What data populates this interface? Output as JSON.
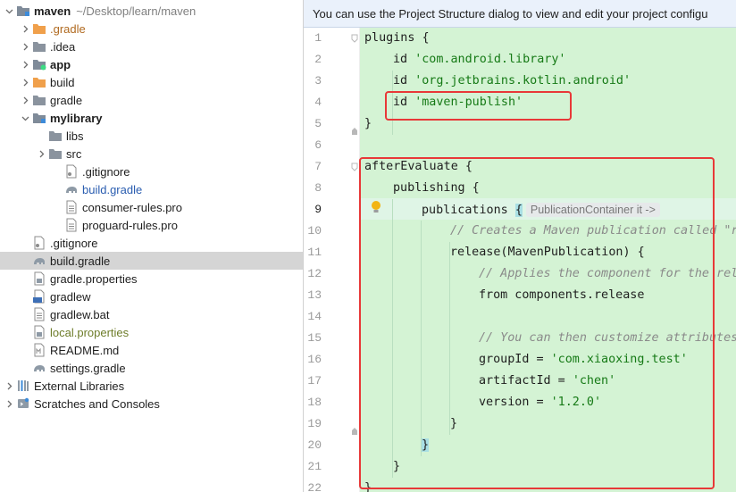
{
  "tree": {
    "root": {
      "name": "maven",
      "path": "~/Desktop/learn/maven"
    },
    "items": [
      {
        "label": ".gradle",
        "color": "orange"
      },
      {
        "label": ".idea"
      },
      {
        "label": "app"
      },
      {
        "label": "build",
        "color": "orange"
      },
      {
        "label": "gradle"
      },
      {
        "label": "mylibrary"
      },
      {
        "label": "libs"
      },
      {
        "label": "src"
      },
      {
        "label": ".gitignore"
      },
      {
        "label": "build.gradle",
        "color": "blue"
      },
      {
        "label": "consumer-rules.pro"
      },
      {
        "label": "proguard-rules.pro"
      },
      {
        "label": ".gitignore"
      },
      {
        "label": "build.gradle"
      },
      {
        "label": "gradle.properties"
      },
      {
        "label": "gradlew"
      },
      {
        "label": "gradlew.bat"
      },
      {
        "label": "local.properties",
        "color": "olive"
      },
      {
        "label": "README.md"
      },
      {
        "label": "settings.gradle"
      },
      {
        "label": "External Libraries"
      },
      {
        "label": "Scratches and Consoles"
      }
    ]
  },
  "editor": {
    "banner": "You can use the Project Structure dialog to view and edit your project configu",
    "current_line": 9,
    "line_numbers": [
      "1",
      "2",
      "3",
      "4",
      "5",
      "6",
      "7",
      "8",
      "9",
      "10",
      "11",
      "12",
      "13",
      "14",
      "15",
      "16",
      "17",
      "18",
      "19",
      "20",
      "21",
      "22"
    ],
    "code": {
      "l1": "plugins {",
      "l2_kw": "id ",
      "l2_str": "'com.android.library'",
      "l3_kw": "id ",
      "l3_str": "'org.jetbrains.kotlin.android'",
      "l4_kw": "id ",
      "l4_str": "'maven-publish'",
      "l5": "}",
      "l7": "afterEvaluate {",
      "l8": "publishing {",
      "l9": "publications ",
      "l9_brace": "{",
      "l9_hint": "PublicationContainer it ->",
      "l10": "// Creates a Maven publication called \"r",
      "l11": "release(MavenPublication) {",
      "l12": "// Applies the component for the rel",
      "l13": "from components.release",
      "l15": "// You can then customize attributes",
      "l16_kw": "groupId = ",
      "l16_str": "'com.xiaoxing.test'",
      "l17_kw": "artifactId = ",
      "l17_str": "'chen'",
      "l18_kw": "version = ",
      "l18_str": "'1.2.0'",
      "l19": "}",
      "l20": "}",
      "l21": "}",
      "l22": "}"
    }
  },
  "colors": {
    "code_background": "#d4f3d4",
    "string": "#167a16",
    "comment": "#8a8a8a",
    "highlight_box": "#e83838",
    "selected_row": "#d5d5d5"
  }
}
